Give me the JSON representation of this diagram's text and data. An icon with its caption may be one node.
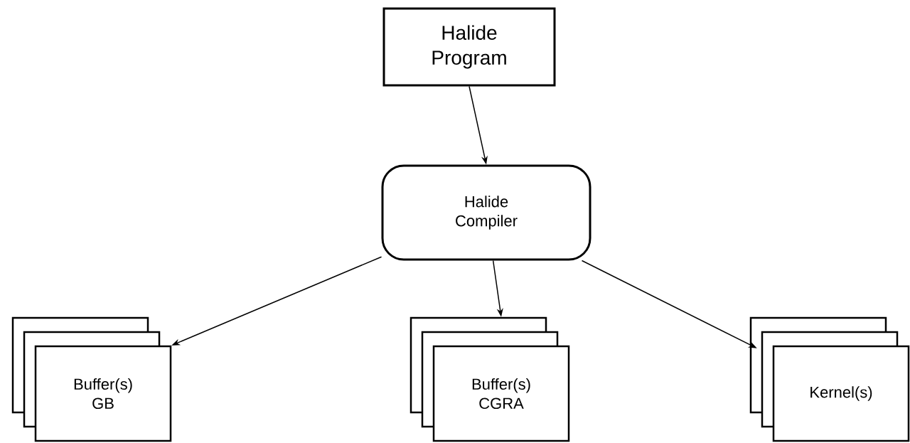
{
  "diagram": {
    "nodes": [
      {
        "text": [
          "Halide Program"
        ]
      },
      {
        "text": [
          "Halide Compiler"
        ]
      },
      {
        "text": [
          "Buffer(s) GB"
        ]
      },
      {
        "text": [
          "Buffer(s) CGRA"
        ]
      },
      {
        "text": [
          "Kernel(s)"
        ]
      }
    ],
    "edges": [
      {
        "from": 0,
        "to": 1,
        "arrow": "to"
      },
      {
        "from": 1,
        "to": 2,
        "arrow": "to"
      },
      {
        "from": 1,
        "to": 3,
        "arrow": "to"
      },
      {
        "from": 1,
        "to": 4,
        "arrow": "to"
      }
    ]
  }
}
